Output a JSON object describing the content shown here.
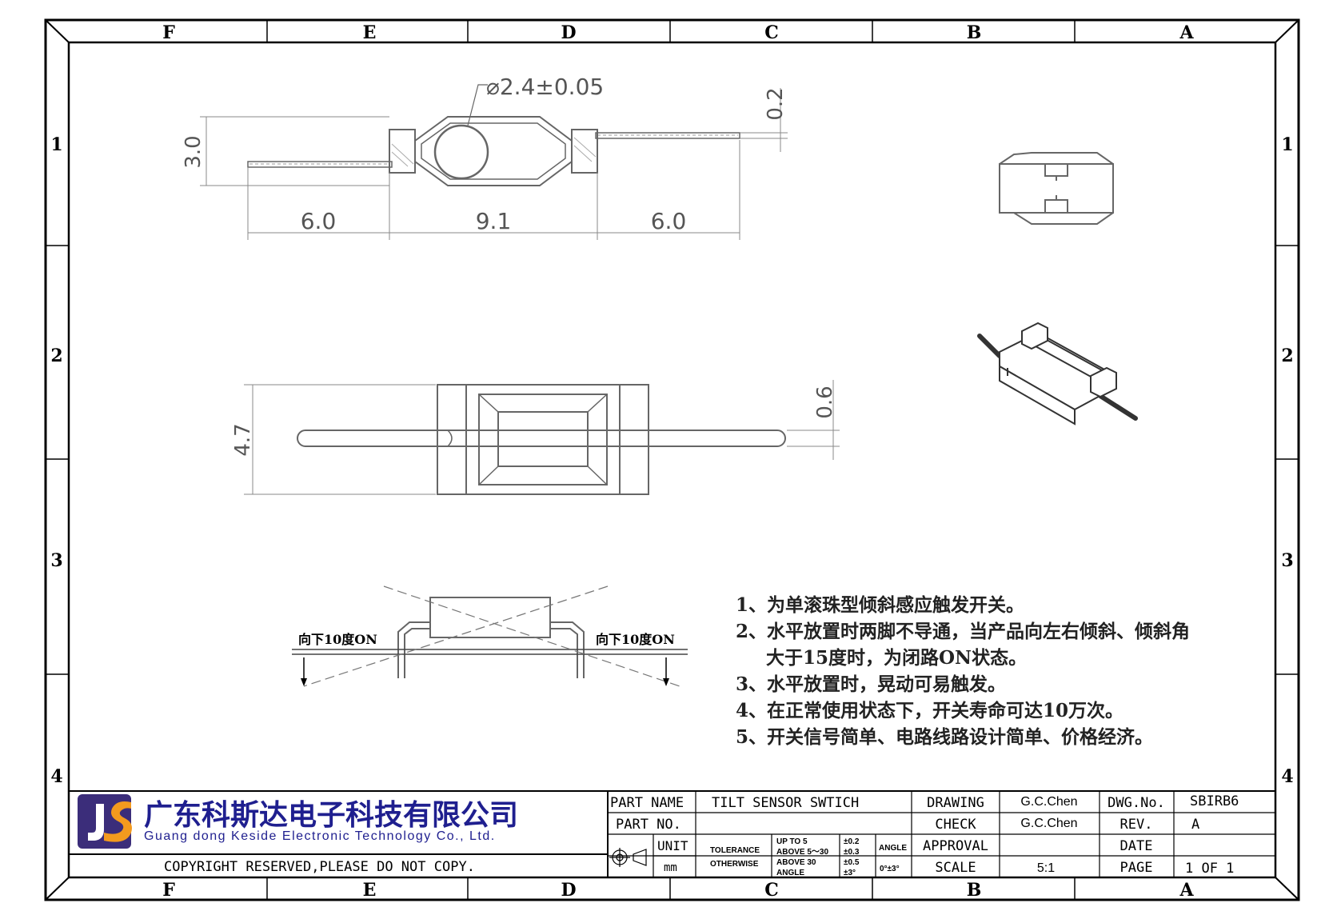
{
  "frame": {
    "columns": [
      "F",
      "E",
      "D",
      "C",
      "B",
      "A"
    ],
    "rows": [
      "1",
      "2",
      "3",
      "4"
    ]
  },
  "top_view": {
    "diameter_label": "⌀2.4±0.05",
    "height_label": "3.0",
    "lead_thickness_label": "0.2",
    "left_lead_label": "6.0",
    "body_length_label": "9.1",
    "right_lead_label": "6.0"
  },
  "plan_view": {
    "width_label": "4.7",
    "lead_width_label": "0.6"
  },
  "tilt_view": {
    "left_label": "向下10度ON",
    "right_label": "向下10度ON"
  },
  "notes": [
    "1、为单滚珠型倾斜感应触发开关。",
    "2、水平放置时两脚不导通，当产品向左右倾斜、倾斜角",
    "大于15度时，为闭路ON状态。",
    "3、水平放置时，晃动可易触发。",
    "4、在正常使用状态下，开关寿命可达10万次。",
    "5、开关信号简单、电路线路设计简单、价格经济。"
  ],
  "title_block": {
    "company_cn": "广东科斯达电子科技有限公司",
    "company_en": "Guang dong Keside Electronic Technology Co., Ltd.",
    "copyright": "COPYRIGHT RESERVED,PLEASE DO NOT COPY.",
    "part_name_label": "PART NAME",
    "part_name_value": "TILT SENSOR SWTICH",
    "part_no_label": "PART NO.",
    "part_no_value": "",
    "unit_label": "UNIT",
    "unit_value": "mm",
    "tolerance_label": "TOLERANCE",
    "otherwise_label": "OTHERWISE",
    "tol_rows": [
      {
        "range": "UP TO 5",
        "value": "±0.2"
      },
      {
        "range": "ABOVE 5～30",
        "value": "±0.3"
      },
      {
        "range": "ABOVE 30",
        "value": "±0.5"
      },
      {
        "range": "ANGLE",
        "value": "±3°"
      }
    ],
    "angle_label": "ANGLE",
    "angle_value": "0°±3°",
    "drawing_label": "DRAWING",
    "drawing_value": "G.C.Chen",
    "check_label": "CHECK",
    "check_value": "G.C.Chen",
    "approval_label": "APPROVAL",
    "approval_value": "",
    "scale_label": "SCALE",
    "scale_value": "5:1",
    "dwg_no_label": "DWG.No.",
    "dwg_no_value": "SBIRB6",
    "rev_label": "REV.",
    "rev_value": "A",
    "date_label": "DATE",
    "date_value": "",
    "page_label": "PAGE",
    "page_value": "1 OF 1"
  }
}
